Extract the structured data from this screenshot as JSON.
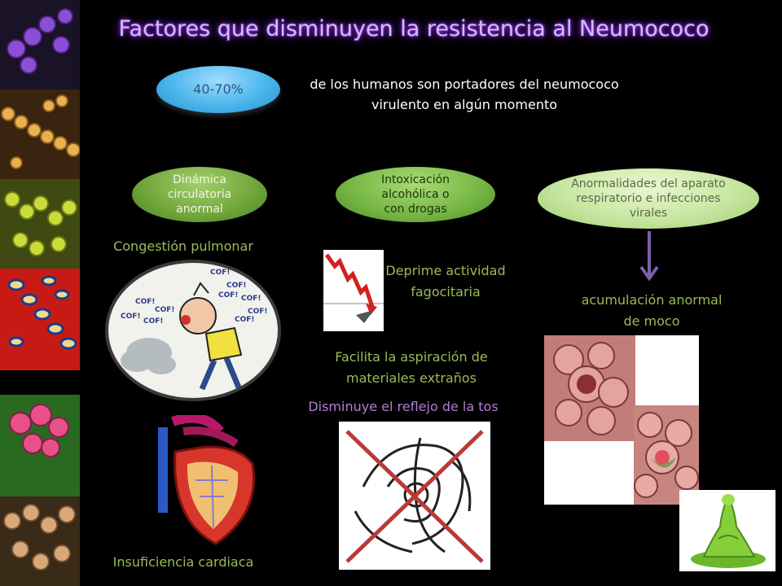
{
  "title": "Factores que disminuyen la resistencia al Neumococo",
  "percent_badge": "40-70%",
  "intro_line1": "de los humanos son portadores del neumococo",
  "intro_line2": "virulento en algún momento",
  "factors": [
    {
      "label": "Dinámica circulatoria anormal"
    },
    {
      "label": "Intoxicación alcohólica o con drogas"
    },
    {
      "label": "Anormalidades del aparato respiratorio e infecciones virales"
    }
  ],
  "captions": {
    "congestion": "Congestión pulmonar",
    "cardiac": "Insuficiencia cardiaca",
    "phago_line1": "Deprime actividad",
    "phago_line2": "fagocitaria",
    "aspiration_line1": "Facilita la aspiración de",
    "aspiration_line2": "materiales extraños",
    "cough": "Disminuye el reflejo de la tos",
    "mucus_line1": "acumulación anormal",
    "mucus_line2": "de moco"
  },
  "bubble_words": [
    "COF!",
    "COF!",
    "COF!",
    "COF!",
    "COF!",
    "COF!",
    "COF!",
    "COF!",
    "COF!",
    "COF!"
  ],
  "colors": {
    "title_glow": "#8a2be2",
    "caption_green": "#9bbb59",
    "arrow_purple": "#7e5ea8"
  }
}
